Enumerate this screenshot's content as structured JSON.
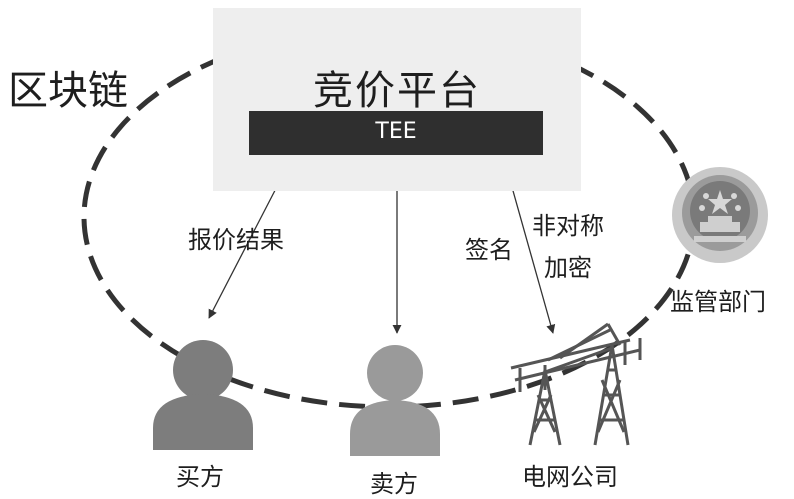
{
  "diagram": {
    "blockchain_label": "区块链",
    "platform": {
      "title": "竞价平台",
      "tee_label": "TEE"
    },
    "edges": {
      "buyer_label": "报价结果",
      "grid_label_left": "签名",
      "grid_label_right_line1": "非对称",
      "grid_label_right_line2": "加密"
    },
    "nodes": {
      "buyer": "买方",
      "seller": "卖方",
      "grid": "电网公司",
      "regulator": "监管部门"
    }
  }
}
